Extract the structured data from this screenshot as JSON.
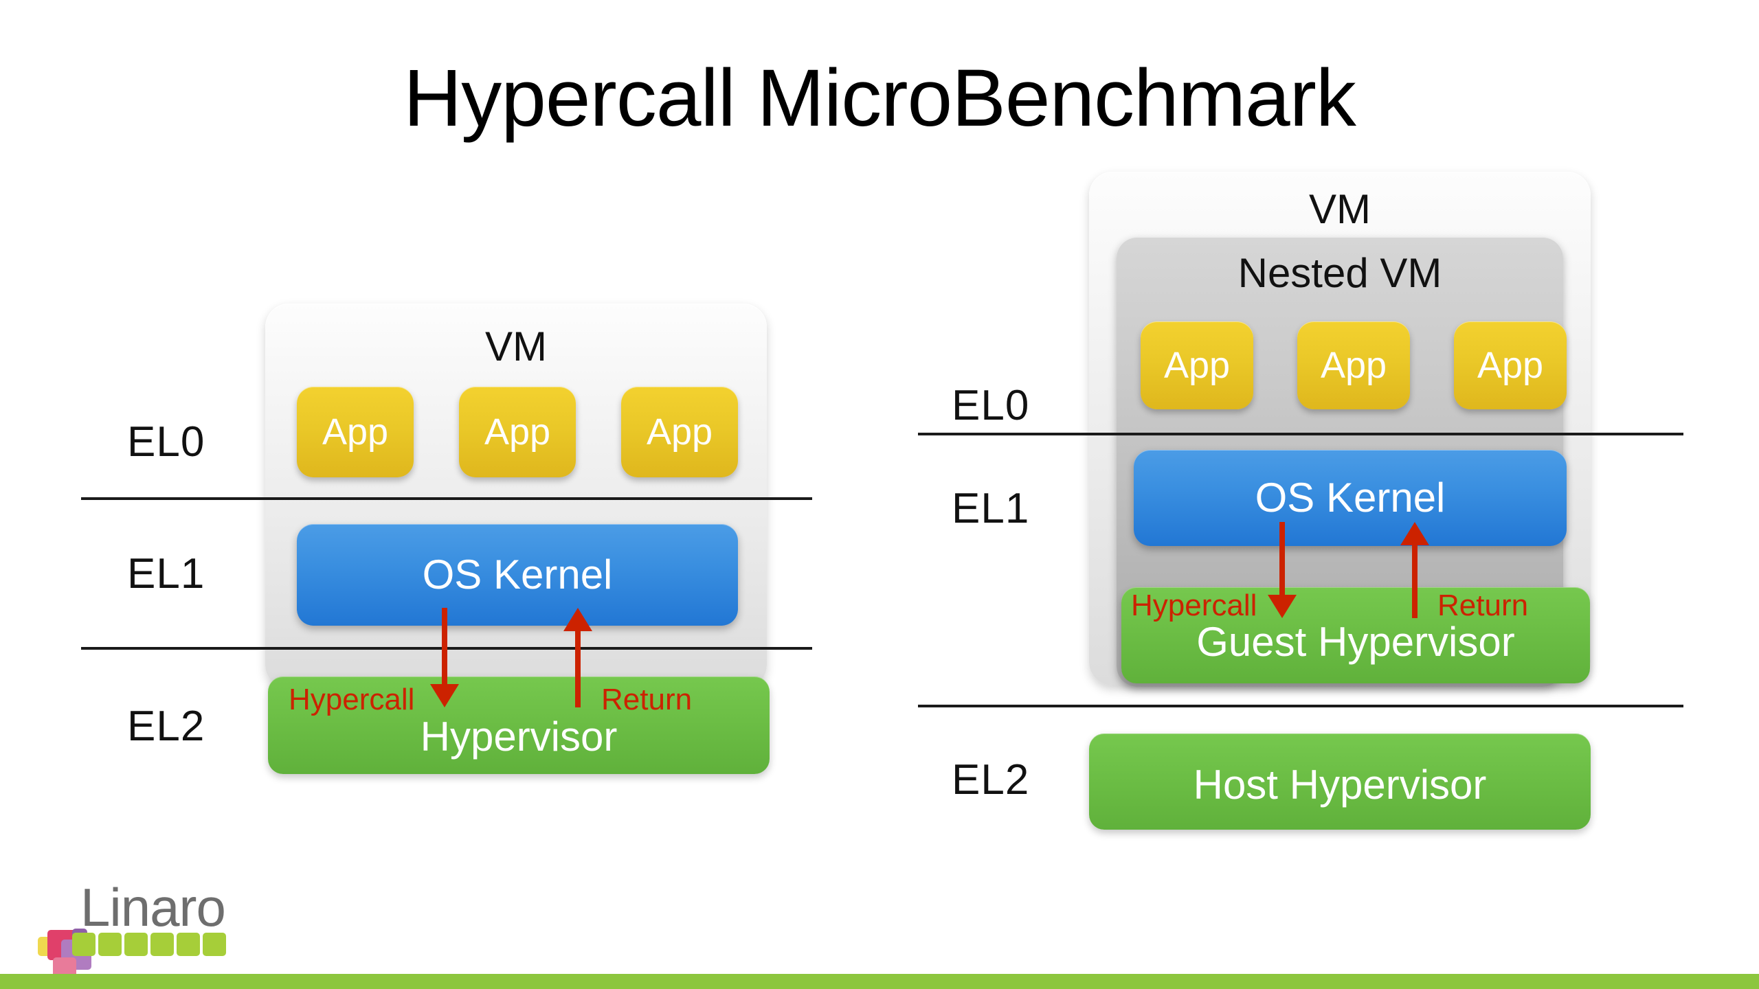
{
  "slide": {
    "title": "Hypercall MicroBenchmark",
    "background": "#ffffff"
  },
  "colors": {
    "app_yellow": "#eac828",
    "kernel_blue": "#3389dc",
    "hypervisor_green": "#6cbe45",
    "annotation_red": "#cc2200",
    "vm_gray": "#eaeaea",
    "nested_vm_gray": "#bdbdbd",
    "rule_black": "#1a1a1a",
    "logo_text_gray": "#6e6e6e",
    "logo_green": "#8cc63e",
    "logo_pink": "#e0406a",
    "logo_purple": "#b07cc0",
    "band_green": "#8cc63e"
  },
  "left_diagram": {
    "name": "single-level-virtualization",
    "vm": {
      "caption": "VM"
    },
    "apps": [
      {
        "label": "App"
      },
      {
        "label": "App"
      },
      {
        "label": "App"
      }
    ],
    "kernel": {
      "label": "OS Kernel"
    },
    "hypervisor": {
      "label": "Hypervisor"
    },
    "exception_levels": [
      {
        "name": "EL0"
      },
      {
        "name": "EL1"
      },
      {
        "name": "EL2"
      }
    ],
    "annotations": [
      {
        "label": "Hypercall",
        "direction": "down"
      },
      {
        "label": "Return",
        "direction": "up"
      }
    ]
  },
  "right_diagram": {
    "name": "nested-virtualization",
    "vm": {
      "caption": "VM"
    },
    "nested_vm": {
      "caption": "Nested VM"
    },
    "apps": [
      {
        "label": "App"
      },
      {
        "label": "App"
      },
      {
        "label": "App"
      }
    ],
    "kernel": {
      "label": "OS Kernel"
    },
    "guest_hypervisor": {
      "label": "Guest Hypervisor"
    },
    "host_hypervisor": {
      "label": "Host Hypervisor"
    },
    "exception_levels": [
      {
        "name": "EL0"
      },
      {
        "name": "EL1"
      },
      {
        "name": "EL2"
      }
    ],
    "annotations": [
      {
        "label": "Hypercall",
        "direction": "down"
      },
      {
        "label": "Return",
        "direction": "up"
      }
    ]
  },
  "logo": {
    "wordmark": "Linaro"
  }
}
